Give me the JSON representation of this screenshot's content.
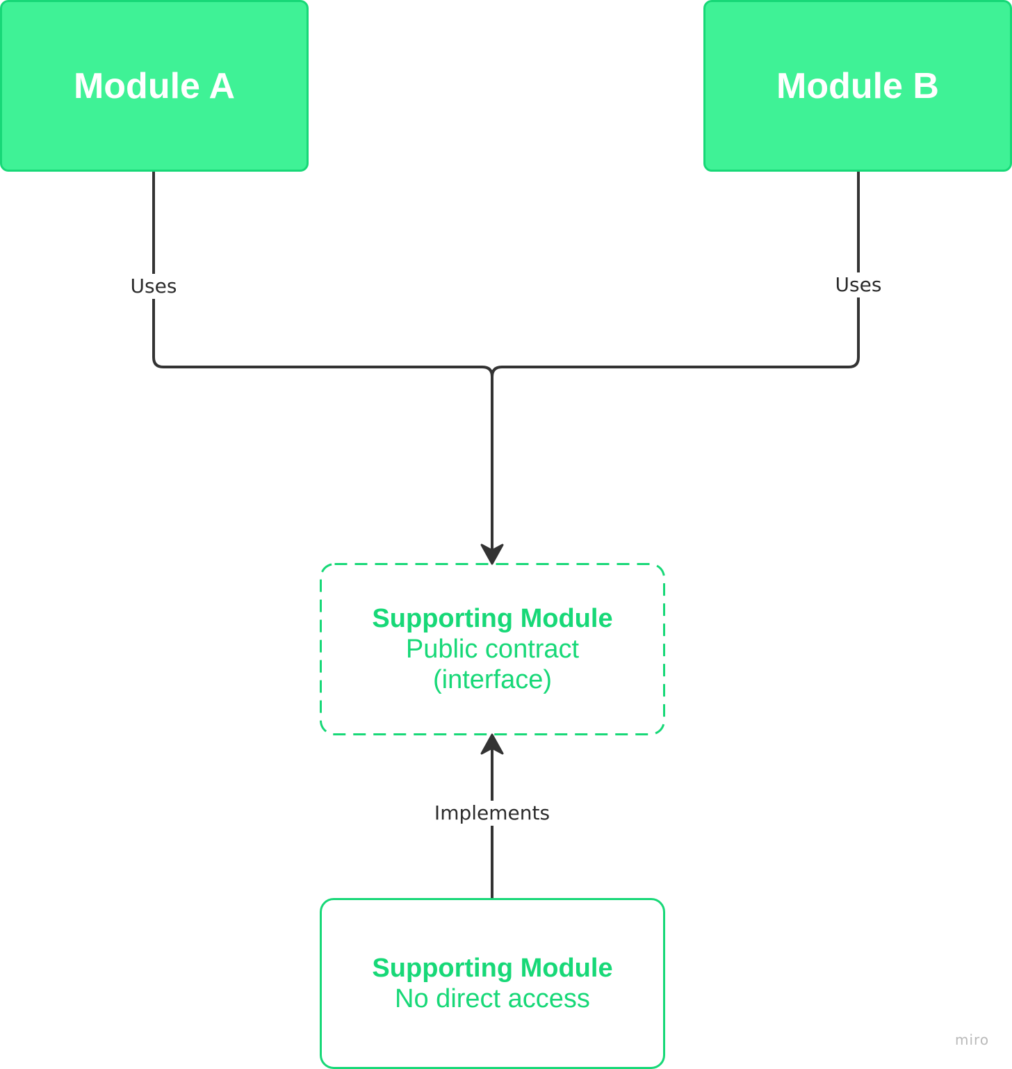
{
  "nodes": {
    "module_a": {
      "title": "Module A"
    },
    "module_b": {
      "title": "Module B"
    },
    "supporting_contract": {
      "title": "Supporting Module",
      "line1": "Public contract",
      "line2": "(interface)"
    },
    "supporting_impl": {
      "title": "Supporting Module",
      "line1": "No direct access"
    }
  },
  "edges": {
    "a_uses": "Uses",
    "b_uses": "Uses",
    "implements": "Implements"
  },
  "watermark": "miro",
  "colors": {
    "node_fill": "#3ff296",
    "node_border": "#17d877",
    "text_green": "#17d877",
    "connector": "#333333",
    "label_text": "#2b2b2b"
  }
}
